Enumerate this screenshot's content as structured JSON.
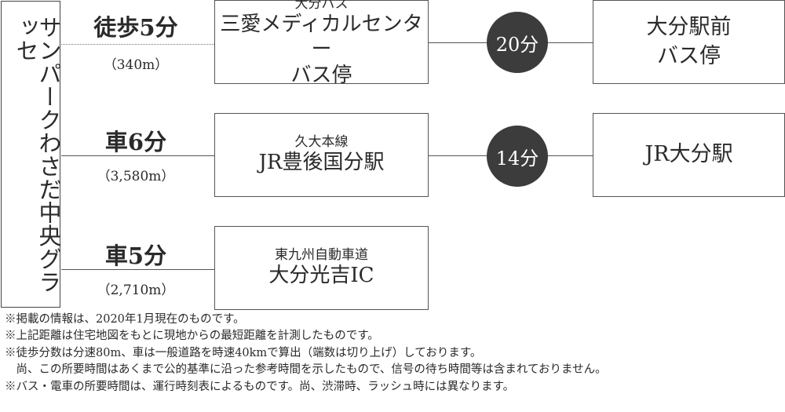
{
  "origin": {
    "name": "サンパークわさだ中央グラッセ"
  },
  "routes": [
    {
      "method": "徒歩5分",
      "distance": "（340m）",
      "stop_line1": "大分バス",
      "stop_line2": "三愛メディカルセンター",
      "stop_line3": "バス停",
      "transfer_time": "20分",
      "destination_line1": "大分駅前",
      "destination_line2": "バス停"
    },
    {
      "method": "車6分",
      "distance": "（3,580m）",
      "stop_line1": "久大本線",
      "stop_line2": "JR豊後国分駅",
      "transfer_time": "14分",
      "destination_line1": "JR大分駅"
    },
    {
      "method": "車5分",
      "distance": "（2,710m）",
      "stop_line1": "東九州自動車道",
      "stop_line2": "大分光吉IC"
    }
  ],
  "notes": [
    "※掲載の情報は、2020年1月現在のものです。",
    "※上記距離は住宅地図をもとに現地からの最短距離を計測したものです。",
    "※徒歩分数は分速80m、車は一般道路を時速40kmで算出（端数は切り上げ）しております。",
    "　尚、この所要時間はあくまで公的基準に沿った参考時間を示したもので、信号の待ち時間等は含まれておりません。",
    "※バス・電車の所要時間は、運行時刻表によるものです。尚、渋滞時、ラッシュ時には異なります。"
  ]
}
